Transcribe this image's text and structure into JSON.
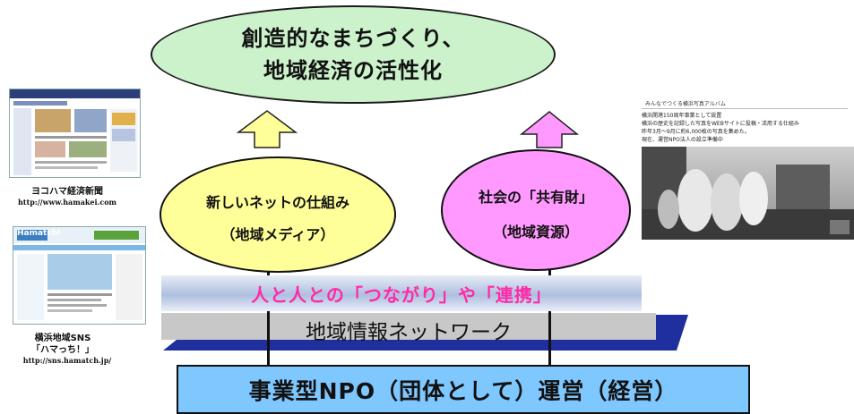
{
  "goal": {
    "line1": "創造的なまちづくり、",
    "line2": "地域経済の活性化"
  },
  "left_oval": {
    "title": "新しいネットの仕組み",
    "subtitle": "（地域メディア）",
    "arrow_color": "#ffff99"
  },
  "right_oval": {
    "title": "社会の「共有財」",
    "subtitle": "（地域資源）",
    "arrow_color": "#ff99ff"
  },
  "band": {
    "text": "人と人との「つながり」や「連携」"
  },
  "network": {
    "text": "地域情報ネットワーク"
  },
  "foundation": {
    "text": "事業型NPO（団体として）運営（経営）"
  },
  "thumbnails": [
    {
      "caption": "ヨコハマ経済新聞",
      "url": "http://www.hamakei.com"
    },
    {
      "brand": "Hamatch!",
      "caption_line1": "横浜地域SNS",
      "caption_line2": "「ハマっち！」",
      "url": "http://sns.hamatch.jp/"
    }
  ],
  "album": {
    "title": "みんなでつくる横浜写真アルバム",
    "lines": [
      "横浜開港150周年事業として設置",
      "横浜の歴史を記録した写真をWEBサイトに投稿・活用する仕組み",
      "昨年3月～9月に約6,000枚の写真を集めた。",
      "現在、運営NPO法人の設立準備中"
    ]
  },
  "colors": {
    "goal_fill": "#ccf2cc",
    "left_oval_fill": "#ffff99",
    "right_oval_fill": "#ff99ff",
    "band_text": "#ff2aa6",
    "foundation_fill": "#7fc7ff",
    "network_ramp": "#1f2f9e",
    "network_bar": "#c8c8c8"
  }
}
